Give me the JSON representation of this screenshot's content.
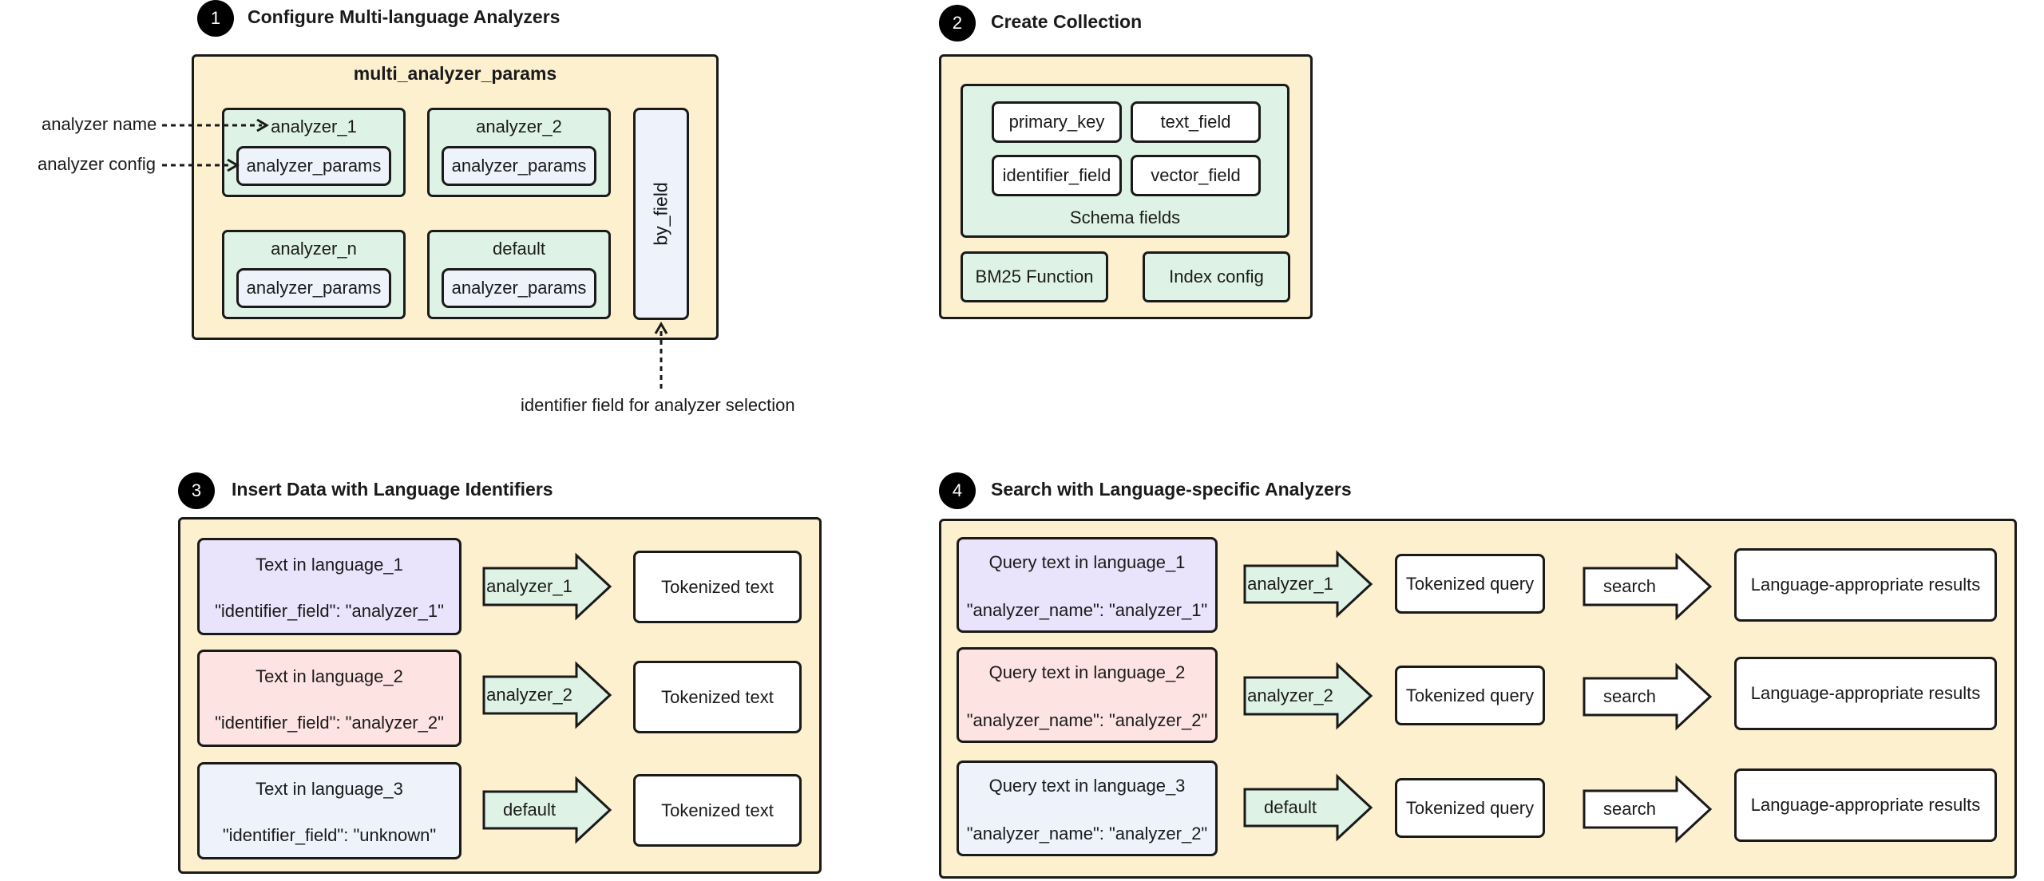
{
  "colors": {
    "panel": "#fdf0cf",
    "green": "#def3e5",
    "lavender": "#e9e3fb",
    "pink": "#fde3e1",
    "light_blue": "#eef2fb",
    "border": "#1a1a1a"
  },
  "step1": {
    "number": "1",
    "title": "Configure Multi-language Analyzers",
    "panel_title": "multi_analyzer_params",
    "analyzers": [
      {
        "name": "analyzer_1",
        "config": "analyzer_params"
      },
      {
        "name": "analyzer_2",
        "config": "analyzer_params"
      },
      {
        "name": "analyzer_n",
        "config": "analyzer_params"
      },
      {
        "name": "default",
        "config": "analyzer_params"
      }
    ],
    "by_field": "by_field",
    "annotation_name": "analyzer name",
    "annotation_config": "analyzer config",
    "identifier_note": "identifier field for analyzer selection"
  },
  "step2": {
    "number": "2",
    "title": "Create Collection",
    "fields": [
      "primary_key",
      "text_field",
      "identifier_field",
      "vector_field"
    ],
    "schema_label": "Schema fields",
    "bm25": "BM25 Function",
    "index_config": "Index config"
  },
  "step3": {
    "number": "3",
    "title": "Insert Data with Language Identifiers",
    "rows": [
      {
        "text": "Text in language_1",
        "id": "\"identifier_field\": \"analyzer_1\"",
        "analyzer": "analyzer_1",
        "result": "Tokenized text"
      },
      {
        "text": "Text in language_2",
        "id": "\"identifier_field\": \"analyzer_2\"",
        "analyzer": "analyzer_2",
        "result": "Tokenized text"
      },
      {
        "text": "Text in language_3",
        "id": "\"identifier_field\": \"unknown\"",
        "analyzer": "default",
        "result": "Tokenized text"
      }
    ]
  },
  "step4": {
    "number": "4",
    "title": "Search with Language-specific Analyzers",
    "rows": [
      {
        "text": "Query text in language_1",
        "id": "\"analyzer_name\": \"analyzer_1\"",
        "analyzer": "analyzer_1",
        "tokenized": "Tokenized query",
        "search": "search",
        "result": "Language-appropriate results"
      },
      {
        "text": "Query text in language_2",
        "id": "\"analyzer_name\": \"analyzer_2\"",
        "analyzer": "analyzer_2",
        "tokenized": "Tokenized query",
        "search": "search",
        "result": "Language-appropriate results"
      },
      {
        "text": "Query text in language_3",
        "id": "\"analyzer_name\": \"analyzer_2\"",
        "analyzer": "default",
        "tokenized": "Tokenized query",
        "search": "search",
        "result": "Language-appropriate results"
      }
    ]
  }
}
